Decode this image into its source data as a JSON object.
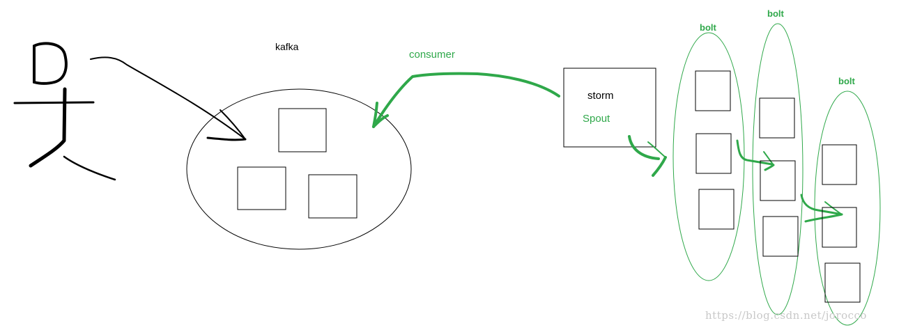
{
  "labels": {
    "kafka": "kafka",
    "consumer": "consumer",
    "storm": "storm",
    "spout": "Spout",
    "bolt_1": "bolt",
    "bolt_2": "bolt",
    "bolt_3": "bolt"
  },
  "watermark": "https://blog.csdn.net/jorocco",
  "colors": {
    "green": "#2fa84a",
    "black": "#000000"
  },
  "icons": {
    "person": "person-icon"
  }
}
